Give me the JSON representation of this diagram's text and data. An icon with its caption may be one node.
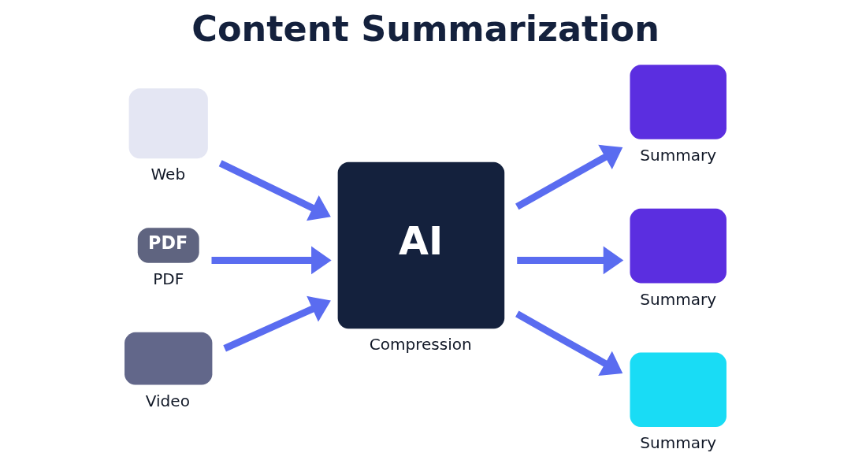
{
  "diagram": {
    "title": "Content Summarization",
    "nodes": [
      {
        "text": [
          "Web"
        ]
      },
      {
        "text": [
          "PDF",
          "PDF"
        ]
      },
      {
        "text": [
          "Video"
        ]
      },
      {
        "text": [
          "AI",
          "Compression"
        ]
      },
      {
        "text": [
          "Summary"
        ]
      },
      {
        "text": [
          "Summary"
        ]
      },
      {
        "text": [
          "Summary"
        ]
      }
    ],
    "edges": [
      {
        "from": 0,
        "to": 3,
        "arrow": "to"
      },
      {
        "from": 1,
        "to": 3,
        "arrow": "to"
      },
      {
        "from": 2,
        "to": 3,
        "arrow": "to"
      },
      {
        "from": 3,
        "to": 4,
        "arrow": "to"
      },
      {
        "from": 3,
        "to": 5,
        "arrow": "to"
      },
      {
        "from": 3,
        "to": 6,
        "arrow": "to"
      }
    ]
  }
}
